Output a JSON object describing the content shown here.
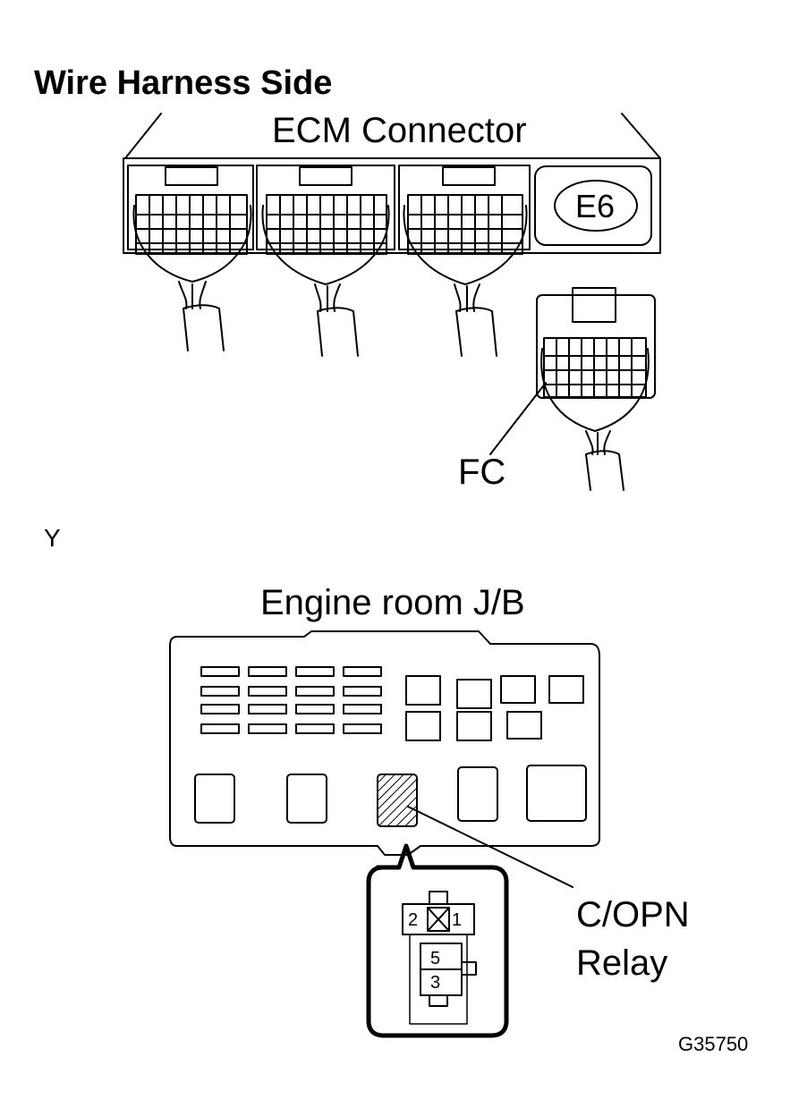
{
  "header": {
    "title": "Wire Harness Side"
  },
  "ecm": {
    "label": "ECM Connector",
    "badge": "E6"
  },
  "fc": {
    "label": "FC"
  },
  "separator": {
    "label": "Y"
  },
  "junction_block": {
    "label": "Engine room J/B"
  },
  "relay": {
    "label_line1": "C/OPN",
    "label_line2": "Relay",
    "pins": {
      "p2": "2",
      "p1": "1",
      "p5": "5",
      "p3": "3"
    }
  },
  "figure_code": "G35750"
}
